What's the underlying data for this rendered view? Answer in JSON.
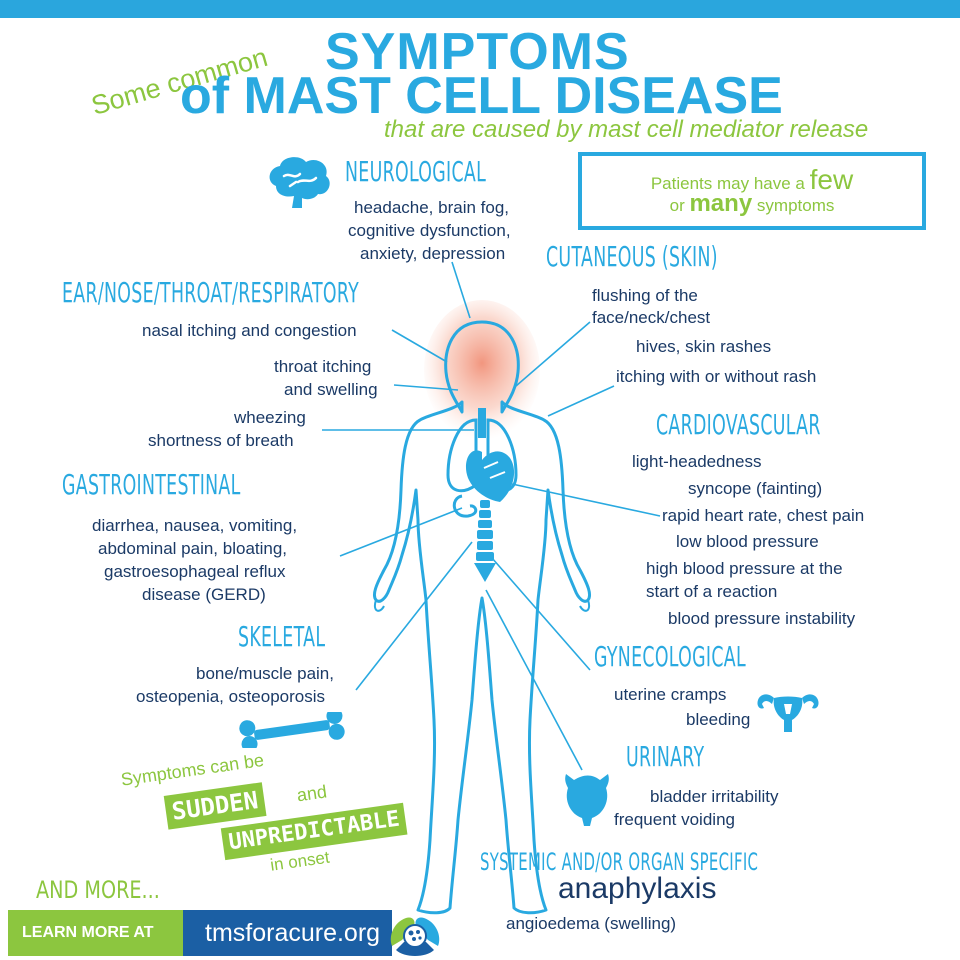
{
  "title": {
    "some_common": "Some common",
    "symptoms": "SYMPTOMS",
    "line2": "of MAST CELL DISEASE",
    "subtitle": "that are caused by mast cell mediator release"
  },
  "callout": {
    "line1": "Patients may have a",
    "few": "few",
    "or": "or",
    "many": "many",
    "symptoms": "symptoms"
  },
  "categories": {
    "neurological": {
      "title": "NEUROLOGICAL",
      "items": [
        "headache, brain fog,",
        "cognitive dysfunction,",
        "anxiety, depression"
      ]
    },
    "ent": {
      "title": "EAR/NOSE/THROAT/RESPIRATORY",
      "item1": "nasal itching and congestion",
      "item2a": "throat itching",
      "item2b": "and swelling",
      "item3a": "wheezing",
      "item3b": "shortness of breath"
    },
    "gastro": {
      "title": "GASTROINTESTINAL",
      "items": [
        "diarrhea, nausea, vomiting,",
        "abdominal pain, bloating,",
        "gastroesophageal reflux",
        "disease (GERD)"
      ]
    },
    "skeletal": {
      "title": "SKELETAL",
      "items": [
        "bone/muscle pain,",
        "osteopenia, osteoporosis"
      ]
    },
    "cutaneous": {
      "title": "CUTANEOUS (SKIN)",
      "item1a": "flushing of the",
      "item1b": "face/neck/chest",
      "item2": "hives, skin rashes",
      "item3": "itching with or without rash"
    },
    "cardio": {
      "title": "CARDIOVASCULAR",
      "items": [
        "light-headedness",
        "syncope (fainting)",
        "rapid heart rate, chest pain",
        "low blood pressure",
        "high blood pressure at the",
        "start of a reaction",
        "blood pressure instability"
      ]
    },
    "gyneco": {
      "title": "GYNECOLOGICAL",
      "items": [
        "uterine cramps",
        "bleeding"
      ]
    },
    "urinary": {
      "title": "URINARY",
      "items": [
        "bladder irritability",
        "frequent voiding"
      ]
    },
    "systemic": {
      "title": "SYSTEMIC AND/OR ORGAN SPECIFIC",
      "big": "anaphylaxis",
      "item": "angioedema (swelling)"
    }
  },
  "sudden": {
    "line1": "Symptoms can be",
    "sudden": "SUDDEN",
    "and": "and",
    "unpredictable": "UNPREDICTABLE",
    "in_onset": "in onset"
  },
  "and_more": "AND MORE...",
  "learn_more": {
    "label": "LEARN MORE AT",
    "url": "tmsforacure.org"
  },
  "colors": {
    "blue": "#29a9e0",
    "green": "#8cc63f",
    "navy": "#1b3a66",
    "dark_blue": "#1b5fa4",
    "flush": "#f4a08a"
  },
  "icons": [
    "brain-icon",
    "bone-icon",
    "uterus-icon",
    "bladder-icon",
    "hands-logo-icon"
  ]
}
